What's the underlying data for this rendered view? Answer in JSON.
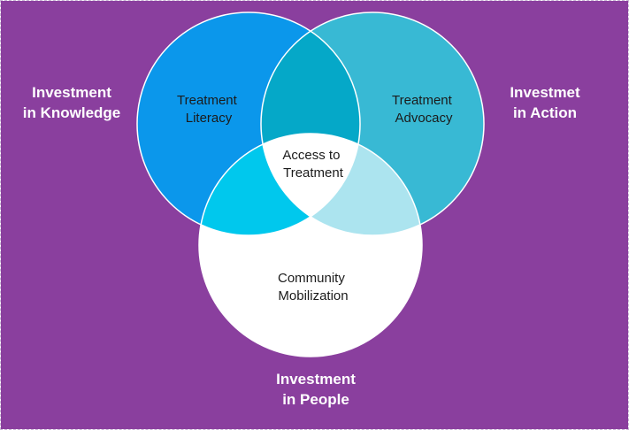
{
  "colors": {
    "background": "#8a3f9e",
    "label_text": "#ffffff",
    "circle_text": "#1b1b1b",
    "circle_knowledge": "#0b97eb",
    "circle_action": "#38b9d4",
    "circle_people": "#ffffff",
    "overlap_knowledge_action": "#05a8c8",
    "overlap_knowledge_people": "#00c8ed",
    "overlap_action_people": "#ace4ef",
    "center": "#ffffff",
    "circle_outline": "#ffffff"
  },
  "outer_labels": {
    "knowledge": {
      "line1": "Investment",
      "line2": "in Knowledge"
    },
    "action": {
      "line1": "Investmet",
      "line2": "in Action"
    },
    "people": {
      "line1": "Investment",
      "line2": "in People"
    }
  },
  "circles": {
    "knowledge": {
      "line1": "Treatment",
      "line2": "Literacy"
    },
    "action": {
      "line1": "Treatment",
      "line2": "Advocacy"
    },
    "people": {
      "line1": "Community",
      "line2": "Mobilization"
    },
    "center": {
      "line1": "Access to",
      "line2": "Treatment"
    }
  }
}
